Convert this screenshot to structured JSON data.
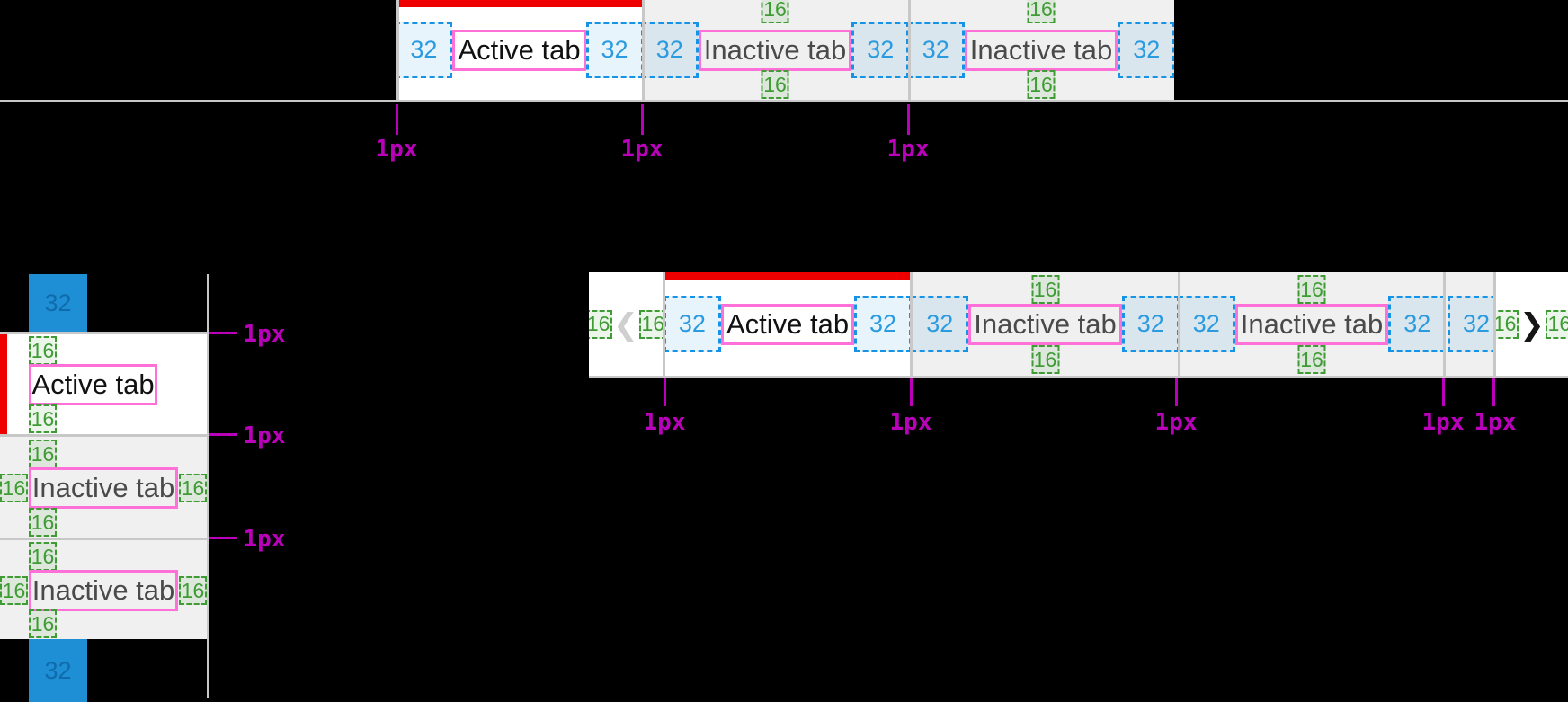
{
  "spacing_tokens": {
    "horizontal_padding": "32",
    "vertical_padding": "16",
    "border_width": "1px"
  },
  "colors": {
    "active_indicator_red": "#ee0000",
    "annotation_blue": "#1793e6",
    "annotation_green": "#3f9c35",
    "annotation_pink": "#ff70d9",
    "annotation_magenta": "#bb00bb",
    "divider_gray": "#c8c8c8",
    "active_bg": "#ffffff",
    "inactive_bg": "#f0f0f0"
  },
  "top_tab_bar": {
    "tabs": [
      {
        "label": "Active tab",
        "state": "active"
      },
      {
        "label": "Inactive tab",
        "state": "inactive"
      },
      {
        "label": "Inactive tab",
        "state": "inactive"
      }
    ]
  },
  "vertical_tab_list": {
    "tabs": [
      {
        "label": "Active tab",
        "state": "active"
      },
      {
        "label": "Inactive tab",
        "state": "inactive"
      },
      {
        "label": "Inactive tab",
        "state": "inactive"
      }
    ]
  },
  "scrollable_tab_bar": {
    "left_chevron": "❮",
    "right_chevron": "❯",
    "tabs": [
      {
        "label": "Active tab",
        "state": "active"
      },
      {
        "label": "Inactive tab",
        "state": "inactive"
      },
      {
        "label": "Inactive tab",
        "state": "inactive"
      }
    ]
  }
}
